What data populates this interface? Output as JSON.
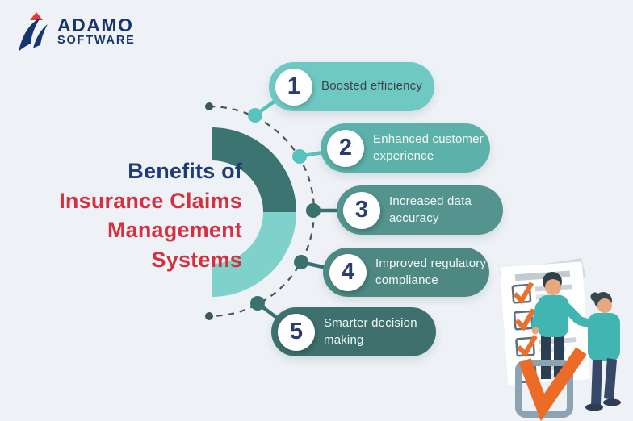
{
  "logo": {
    "name": "ADAMO",
    "subtitle": "SOFTWARE"
  },
  "title": {
    "prefix": "Benefits of",
    "red_lines": [
      "Insurance Claims",
      "Management",
      "Systems"
    ]
  },
  "benefits": [
    {
      "number": "1",
      "label": "Boosted efficiency",
      "bg": "#6fc9c3",
      "fg": "#3e4345"
    },
    {
      "number": "2",
      "label": "Enhanced customer experience",
      "bg": "#5db1ab",
      "fg": "#f4f8f8"
    },
    {
      "number": "3",
      "label": "Increased data accuracy",
      "bg": "#54948e",
      "fg": "#f4f8f8"
    },
    {
      "number": "4",
      "label": "Improved regulatory compliance",
      "bg": "#4d8882",
      "fg": "#f4f8f8"
    },
    {
      "number": "5",
      "label": "Smarter decision making",
      "bg": "#3e706d",
      "fg": "#f4f8f8"
    }
  ],
  "colors": {
    "background": "#eef1f6",
    "navy": "#1d3c78",
    "red": "#d6303e",
    "logo_navy": "#16356f",
    "logo_triangle_red": "#e23a2e",
    "number_navy": "#2b3c6e",
    "arc_dark_teal": "#3c7471",
    "arc_light_teal": "#7ed2cb",
    "dashed_line": "#47565c",
    "node_light": "#58c3bc",
    "node_dark": "#38716d",
    "illustration_orange": "#ec6b26",
    "illustration_teal": "#41b5b1"
  },
  "icons": [
    "adamo-logo-icon",
    "checklist-icon",
    "checkmark-icon",
    "handshake-illustration"
  ]
}
